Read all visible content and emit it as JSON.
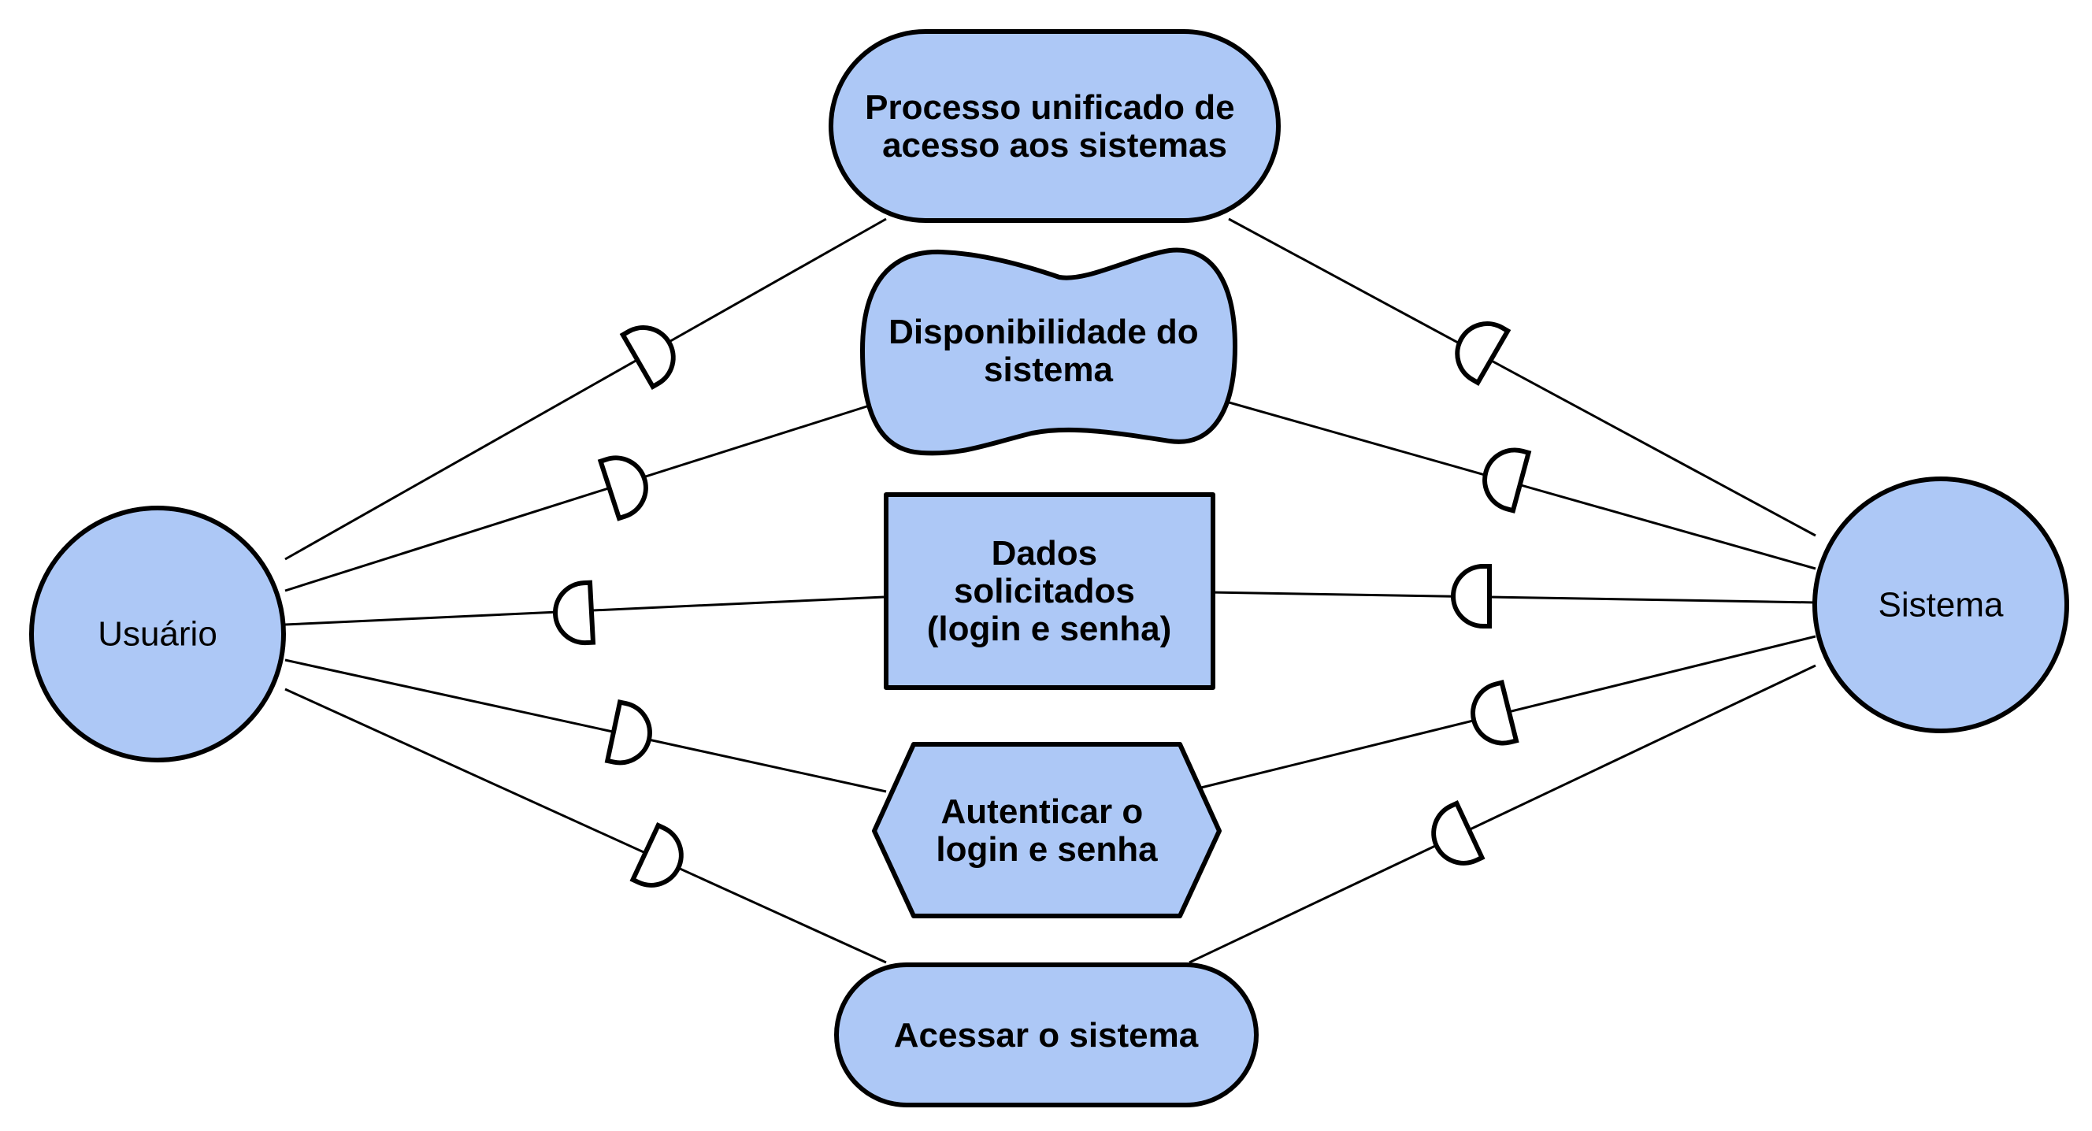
{
  "colors": {
    "node_fill": "#adc8f6",
    "stroke": "#000000",
    "connector_fill": "#ffffff",
    "background": "#ffffff"
  },
  "actors": {
    "left": {
      "label": "Usuário"
    },
    "right": {
      "label": "Sistema"
    }
  },
  "nodes": {
    "process": {
      "lines": [
        "Processo unificado de",
        "acesso aos sistemas"
      ]
    },
    "availability": {
      "lines": [
        "Disponibilidade do",
        "sistema"
      ]
    },
    "data": {
      "lines": [
        "Dados",
        "solicitados",
        "(login e senha)"
      ]
    },
    "authenticate": {
      "lines": [
        "Autenticar o",
        "login e senha"
      ]
    },
    "access": {
      "lines": [
        "Acessar o sistema"
      ]
    }
  }
}
